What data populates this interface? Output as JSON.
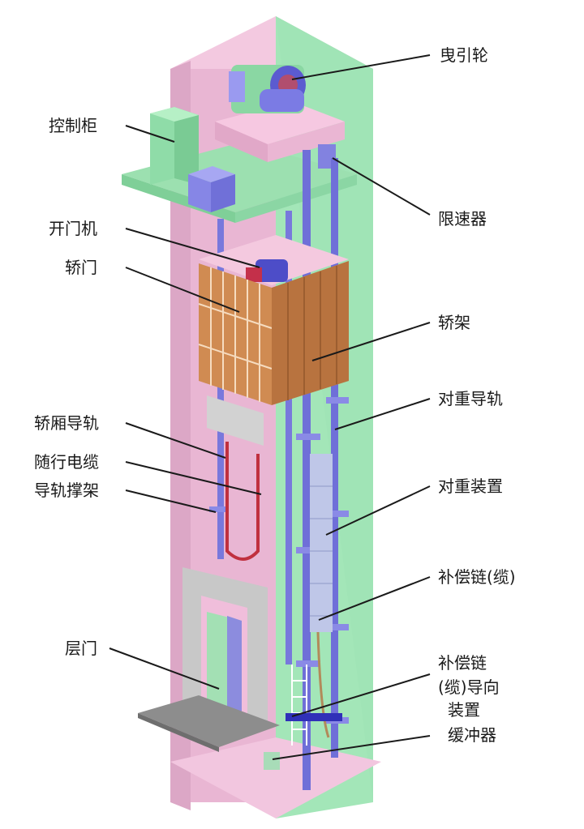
{
  "diagram": {
    "labels": {
      "traction_sheave": "曳引轮",
      "control_cabinet": "控制柜",
      "speed_governor": "限速器",
      "door_operator": "开门机",
      "car_door": "轿门",
      "car_frame": "轿架",
      "counterweight_rail": "对重导轨",
      "car_guide_rail": "轿厢导轨",
      "traveling_cable": "随行电缆",
      "rail_bracket": "导轨撑架",
      "counterweight_device": "对重装置",
      "compensation_chain": "补偿链(缆)",
      "compensation_guide_line1": "补偿链",
      "compensation_guide_line2": "(缆)导向",
      "compensation_guide_line3": "装置",
      "buffer": "缓冲器",
      "landing_door": "层门"
    },
    "colors": {
      "shaft_wall_pink": "#e6b3d0",
      "shaft_side_green": "#9ee3b4",
      "machine_green": "#9ce0b0",
      "rail_blue": "#6f6fd8",
      "car_wood": "#c8824a",
      "door_gray": "#cfcfcf",
      "pit_pink": "#f2c6df",
      "leader_line": "#1a1a1a"
    }
  }
}
